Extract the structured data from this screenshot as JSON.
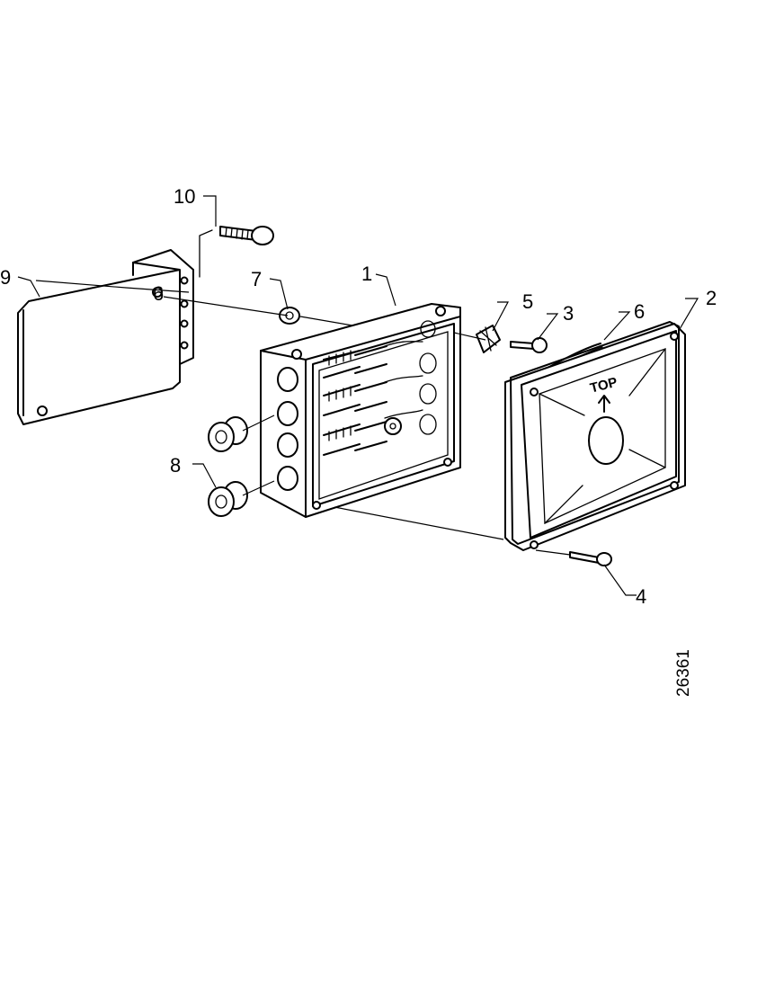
{
  "diagram": {
    "callouts": {
      "c1": "1",
      "c2": "2",
      "c3": "3",
      "c4": "4",
      "c5": "5",
      "c6_gasket": "6",
      "c6_bracket": "6",
      "c7": "7",
      "c8": "8",
      "c9": "9",
      "c10": "10"
    },
    "cover_label": "TOP",
    "figure_number": "26361"
  }
}
